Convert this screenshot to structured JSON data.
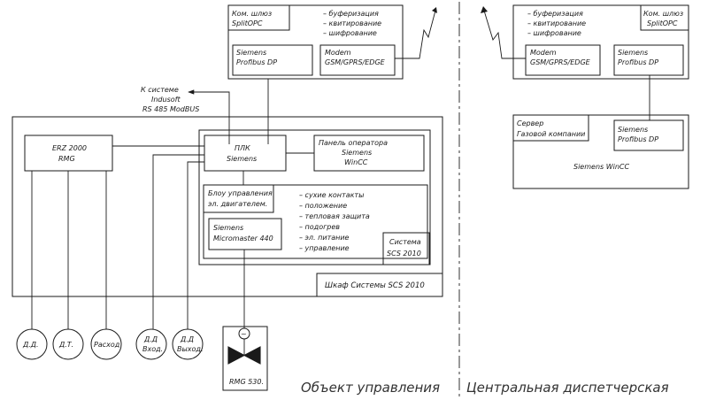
{
  "top_gateway": {
    "gateway": [
      "Ком. шлюз",
      "SplitOPC"
    ],
    "features": [
      "– буферизация",
      "– квитирование",
      "– шифрование"
    ],
    "profibus": [
      "Siemens",
      "Profibus DP"
    ],
    "modem": [
      "Modem",
      "GSM/GPRS/EDGE"
    ]
  },
  "arrow_label": [
    "К системе",
    "Indusoft",
    "RS 485 ModBUS"
  ],
  "cabinet": {
    "erz": [
      "ERZ 2000",
      "RMG"
    ],
    "plc": [
      "ПЛК",
      "Siemens"
    ],
    "panel": [
      "Панель оператора",
      "Siemens",
      "WinCC"
    ],
    "drive_block": [
      "Блоу управления",
      "эл. двигателем."
    ],
    "micromaster": [
      "Siemens",
      "Micromaster 440"
    ],
    "drive_features": [
      "– сухие контакты",
      "– положение",
      "– тепловая защита",
      "– подогрев",
      "– эл. питание",
      "– управление"
    ],
    "system": [
      "Система",
      "SCS 2010"
    ],
    "cabinet_label": "Шкаф Системы SCS 2010"
  },
  "sensors": [
    {
      "label": [
        "Д.Д."
      ]
    },
    {
      "label": [
        "Д.Т."
      ]
    },
    {
      "label": [
        "Расход"
      ]
    },
    {
      "label": [
        "Д.Д",
        "Вход."
      ]
    },
    {
      "label": [
        "Д.Д",
        "Выход."
      ]
    }
  ],
  "valve": {
    "label": "RMG 530.",
    "symbol": "~"
  },
  "central": {
    "features": [
      "– буферизация",
      "– квитирование",
      "– шифрование"
    ],
    "gateway": [
      "Ком. шлюз",
      "SplitOPC"
    ],
    "modem": [
      "Modem",
      "GSM/GPRS/EDGE"
    ],
    "profibus": [
      "Siemens",
      "Profibus DP"
    ],
    "server": [
      "Сервер",
      "Газовой компании"
    ],
    "server_profibus": [
      "Siemens",
      "Profibus DP"
    ],
    "wincc": "Siemens WinCC"
  },
  "captions": {
    "left": "Объект управления",
    "right": "Центральная диспетчерская"
  }
}
